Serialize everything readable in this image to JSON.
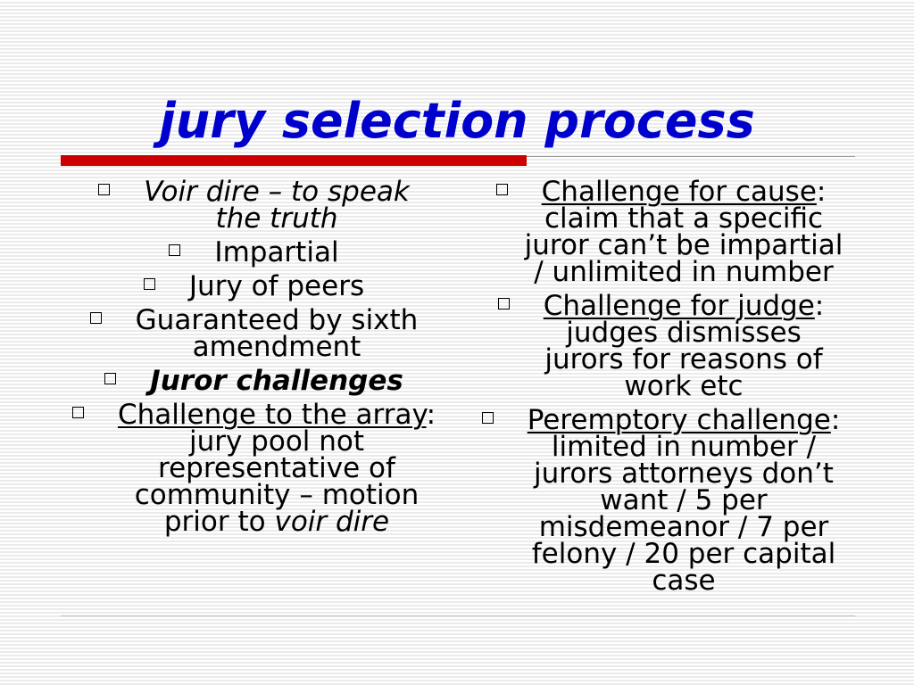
{
  "title": "jury selection process",
  "colors": {
    "title": "#0000cc",
    "accent_bar": "#cc0000",
    "text": "#000000"
  },
  "bullet_icon": "hollow-square-bullet-icon",
  "left_column": {
    "items": [
      {
        "text": "Voir dire – to speak the truth"
      },
      {
        "text": "Impartial"
      },
      {
        "text": "Jury of peers"
      },
      {
        "text": "Guaranteed by sixth amendment"
      },
      {
        "text": "Juror challenges"
      },
      {
        "term": "Challenge to the array",
        "separator": ":",
        "definition": "jury pool not representative of community – motion prior to",
        "definition_italic": "voir dire"
      }
    ]
  },
  "right_column": {
    "items": [
      {
        "term": "Challenge for cause",
        "separator": ":",
        "definition": "claim that a specific juror can’t be impartial / unlimited in number"
      },
      {
        "term": "Challenge for judge",
        "separator": ":",
        "definition": "judges dismisses jurors for reasons of work etc"
      },
      {
        "term": "Peremptory challenge",
        "separator": ":",
        "definition": "limited in number / jurors attorneys don’t want / 5 per misdemeanor / 7 per felony / 20 per capital case"
      }
    ]
  }
}
